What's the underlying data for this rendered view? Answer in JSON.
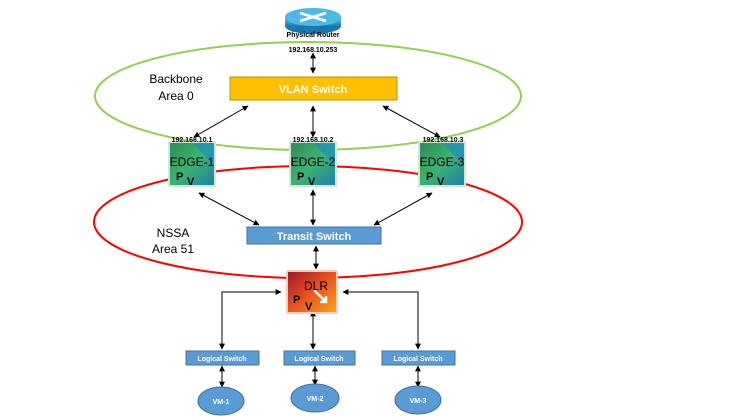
{
  "router": {
    "label": "Physical Router",
    "ip": "192.168.10.253"
  },
  "backbone": {
    "line1": "Backbone",
    "line2": "Area 0",
    "color": "#92d050"
  },
  "nssa": {
    "line1": "NSSA",
    "line2": "Area 51",
    "color": "#ff0000"
  },
  "vlan_switch": {
    "label": "VLAN Switch",
    "fill": "#ffc000",
    "stroke": "#bf9000"
  },
  "transit_switch": {
    "label": "Transit Switch",
    "fill": "#5b9bd5",
    "stroke": "#41719c"
  },
  "edges": [
    {
      "label": "EDGE-1",
      "ip": "192.168.10.1"
    },
    {
      "label": "EDGE-2",
      "ip": "192.168.10.2"
    },
    {
      "label": "EDGE-3",
      "ip": "192.168.10.3"
    }
  ],
  "dlr": {
    "label": "DLR"
  },
  "logical_switches": [
    {
      "label": "Logical Switch"
    },
    {
      "label": "Logical Switch"
    },
    {
      "label": "Logical Switch"
    }
  ],
  "vms": [
    {
      "label": "VM-1"
    },
    {
      "label": "VM-2"
    },
    {
      "label": "VM-3"
    }
  ]
}
